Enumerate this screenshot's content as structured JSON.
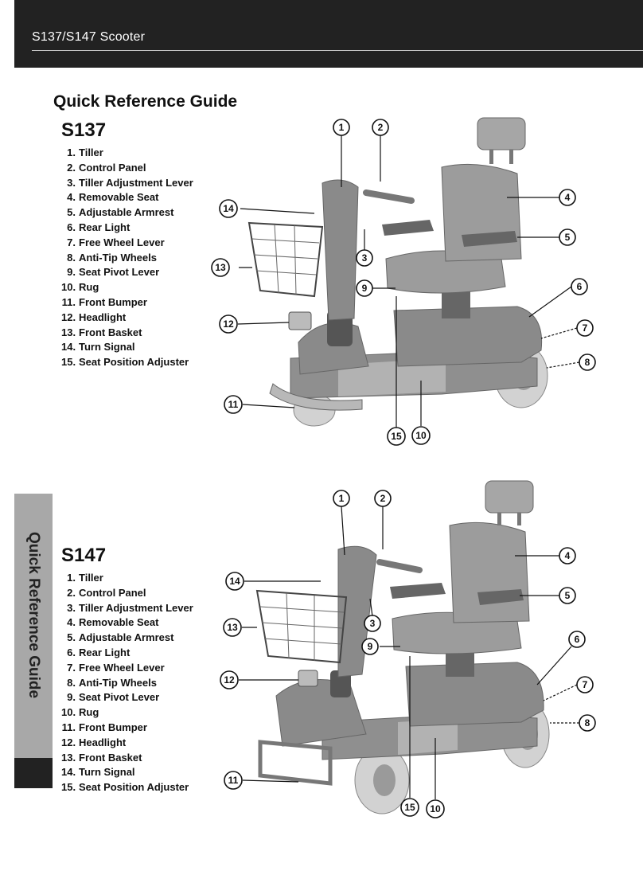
{
  "header": {
    "title": "S137/S147  Scooter"
  },
  "page_heading": "Quick Reference Guide",
  "side_tab": {
    "label": "Quick Reference Guide"
  },
  "models": [
    {
      "name": "S137",
      "parts": [
        {
          "num": "1.",
          "label": "Tiller"
        },
        {
          "num": "2.",
          "label": "Control Panel"
        },
        {
          "num": "3.",
          "label": "Tiller Adjustment Lever"
        },
        {
          "num": "4.",
          "label": "Removable Seat"
        },
        {
          "num": "5.",
          "label": "Adjustable Armrest"
        },
        {
          "num": "6.",
          "label": "Rear Light"
        },
        {
          "num": "7.",
          "label": "Free Wheel Lever"
        },
        {
          "num": "8.",
          "label": "Anti-Tip Wheels"
        },
        {
          "num": "9.",
          "label": "Seat Pivot Lever"
        },
        {
          "num": "10.",
          "label": "Rug"
        },
        {
          "num": "11.",
          "label": "Front Bumper"
        },
        {
          "num": "12.",
          "label": "Headlight"
        },
        {
          "num": "13.",
          "label": "Front Basket"
        },
        {
          "num": "14.",
          "label": "Turn Signal"
        },
        {
          "num": "15.",
          "label": "Seat Position Adjuster"
        }
      ]
    },
    {
      "name": "S147",
      "parts": [
        {
          "num": "1.",
          "label": "Tiller"
        },
        {
          "num": "2.",
          "label": "Control Panel"
        },
        {
          "num": "3.",
          "label": "Tiller Adjustment Lever"
        },
        {
          "num": "4.",
          "label": "Removable Seat"
        },
        {
          "num": "5.",
          "label": "Adjustable Armrest"
        },
        {
          "num": "6.",
          "label": "Rear Light"
        },
        {
          "num": "7.",
          "label": "Free Wheel Lever"
        },
        {
          "num": "8.",
          "label": "Anti-Tip Wheels"
        },
        {
          "num": "9.",
          "label": "Seat Pivot Lever"
        },
        {
          "num": "10.",
          "label": "Rug"
        },
        {
          "num": "11.",
          "label": "Front Bumper"
        },
        {
          "num": "12.",
          "label": "Headlight"
        },
        {
          "num": "13.",
          "label": "Front Basket"
        },
        {
          "num": "14.",
          "label": "Turn Signal"
        },
        {
          "num": "15.",
          "label": "Seat Position Adjuster"
        }
      ]
    }
  ],
  "callout_numbers": [
    "1",
    "2",
    "3",
    "4",
    "5",
    "6",
    "7",
    "8",
    "9",
    "10",
    "11",
    "12",
    "13",
    "14",
    "15"
  ],
  "colors": {
    "header_bg": "#222222",
    "side_tab_bg": "#a8a8a8",
    "scooter_body": "#8a8a8a",
    "wheel_tire": "#d0d0d0"
  }
}
